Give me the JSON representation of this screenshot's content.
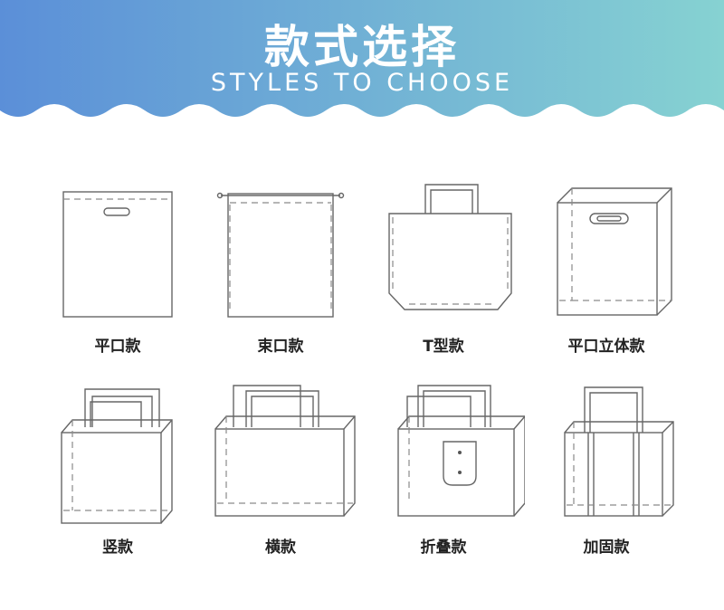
{
  "header": {
    "title_cn": "款式选择",
    "title_en": "STYLES TO CHOOSE",
    "gradient_start": "#5b8fd8",
    "gradient_end": "#86d2d2"
  },
  "styles": [
    {
      "label": "平口款",
      "icon": "flat-mouth-bag-icon"
    },
    {
      "label": "束口款",
      "icon": "drawstring-bag-icon"
    },
    {
      "label": "T型款",
      "icon": "t-shape-bag-icon"
    },
    {
      "label": "平口立体款",
      "icon": "flat-mouth-3d-bag-icon"
    },
    {
      "label": "竖款",
      "icon": "vertical-bag-icon"
    },
    {
      "label": "横款",
      "icon": "horizontal-bag-icon"
    },
    {
      "label": "折叠款",
      "icon": "folding-bag-icon"
    },
    {
      "label": "加固款",
      "icon": "reinforced-bag-icon"
    }
  ]
}
